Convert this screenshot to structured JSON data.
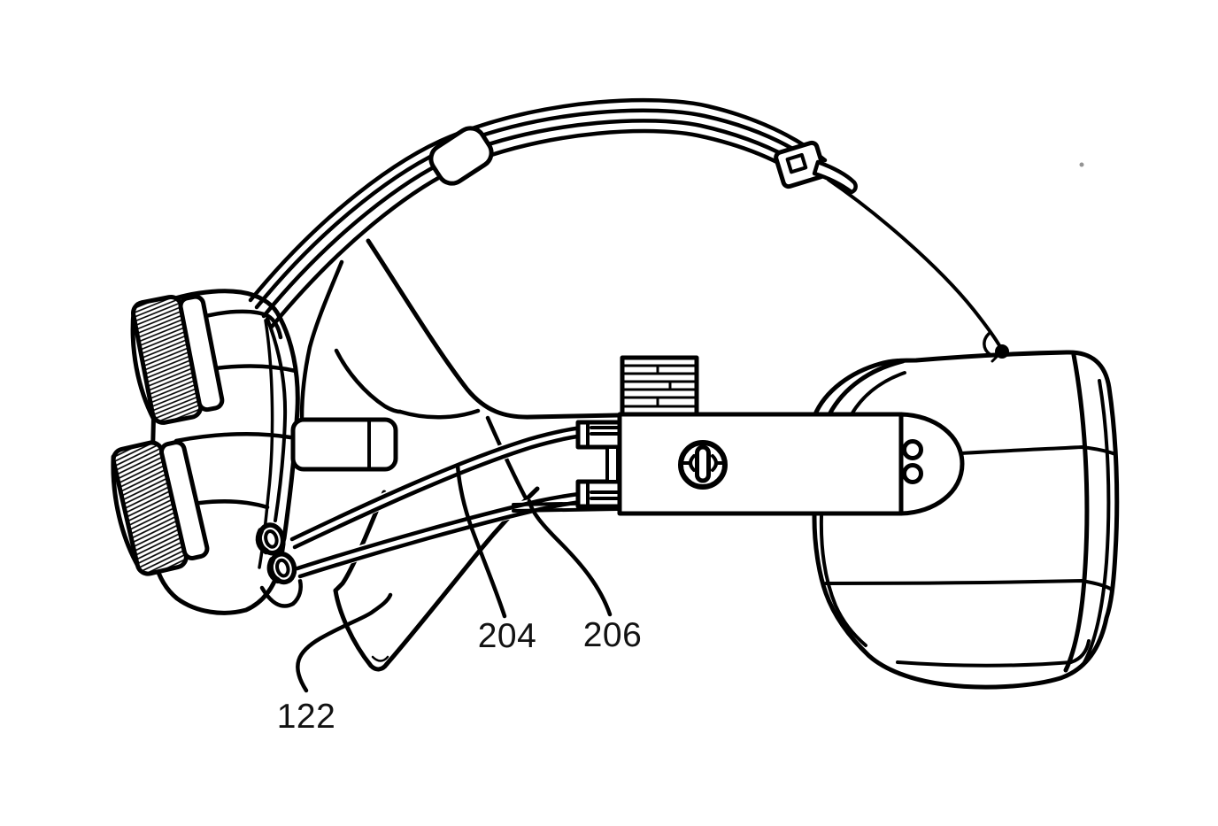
{
  "figure": {
    "background": "#ffffff",
    "line_color": "#000000",
    "kind": "patent line drawing of a head-mounted display, side view"
  },
  "labels": [
    {
      "text": "122"
    },
    {
      "text": "204"
    },
    {
      "text": "206"
    }
  ]
}
